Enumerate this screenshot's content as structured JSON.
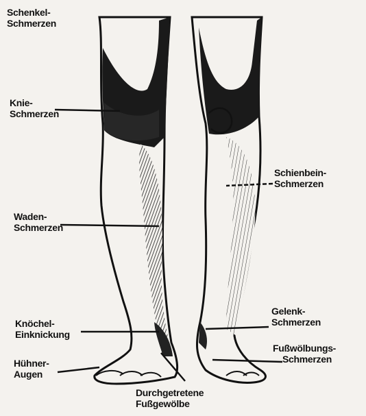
{
  "labels": {
    "schenkel": [
      "Schenkel-",
      "Schmerzen"
    ],
    "knie": [
      "Knie-",
      "Schmerzen"
    ],
    "waden": [
      "Waden-",
      "Schmerzen"
    ],
    "knoechel": [
      "Knöchel-",
      "Einknickung"
    ],
    "huehner": [
      "Hühner-",
      "Augen"
    ],
    "schienbein": [
      "Schienbein-",
      "Schmerzen"
    ],
    "gelenk": [
      "Gelenk-",
      "Schmerzen"
    ],
    "fusswoelbung": [
      "Fußwölbungs-",
      "Schmerzen"
    ],
    "durchgetreten": [
      "Durchgetretene",
      "Fußgewölbe"
    ]
  },
  "colors": {
    "ink": "#111111",
    "paper": "#f4f2ee",
    "shade": "#2a2a2a"
  }
}
